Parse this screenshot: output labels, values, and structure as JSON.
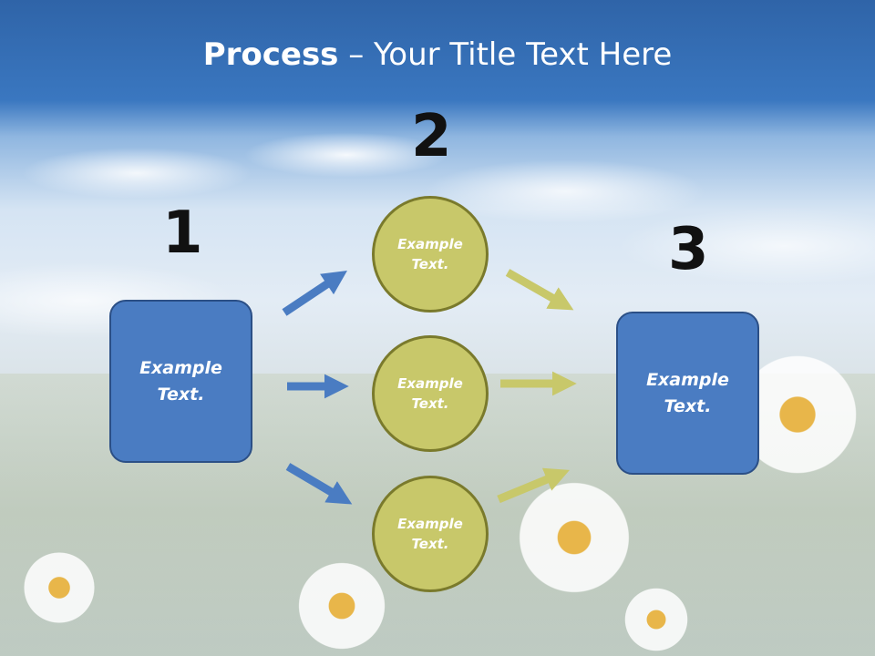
{
  "title": {
    "bold": "Process",
    "rest": " – Your Title Text Here"
  },
  "steps": [
    {
      "number": "1",
      "box_text": "Example\nText."
    },
    {
      "number": "2"
    },
    {
      "number": "3",
      "box_text": "Example\nText."
    }
  ],
  "circles": [
    {
      "text": "Example\nText."
    },
    {
      "text": "Example\nText."
    },
    {
      "text": "Example\nText."
    }
  ],
  "colors": {
    "box_fill": "#4a7cc2",
    "box_border": "#2b4f86",
    "circle_fill": "#c8c86a",
    "circle_border": "#7a7a2c",
    "arrow_blue": "#4a7cc2",
    "arrow_yellow": "#c8c86a",
    "title_text": "#ffffff",
    "number_text": "#111111"
  }
}
